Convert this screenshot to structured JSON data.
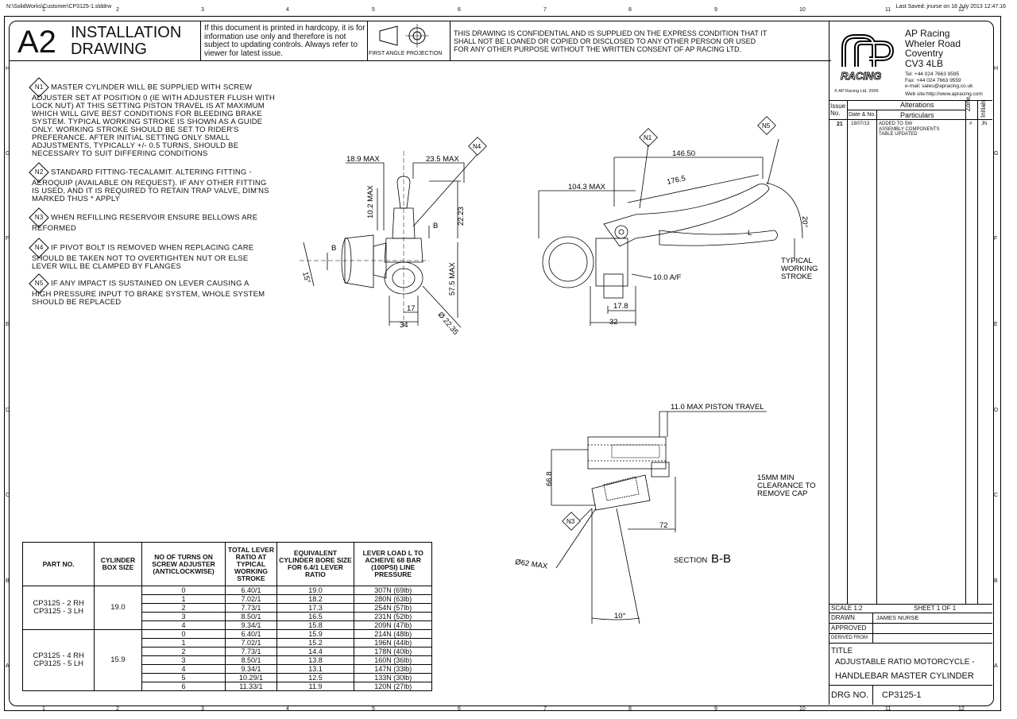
{
  "file_path": "N:\\SolidWorks\\Customer\\CP3125-1.slddrw",
  "last_saved": "Last Saved: jnurse on 18 July 2013 12:47:16",
  "grid_cols": [
    "1",
    "2",
    "3",
    "4",
    "5",
    "6",
    "7",
    "8",
    "9",
    "10",
    "11",
    "12"
  ],
  "grid_rows": [
    "H",
    "G",
    "F",
    "E",
    "D",
    "C",
    "B",
    "A"
  ],
  "title_block": {
    "size": "A2",
    "title_line1": "INSTALLATION",
    "title_line2": "DRAWING",
    "print_notice": "If this document is printed in hardcopy, it is for information use only and therefore is not subject to updating controls. Always refer to viewer for latest issue.",
    "projection": "FIRST ANGLE PROJECTION",
    "confidential": "THIS DRAWING IS CONFIDENTIAL AND IS SUPPLIED ON THE EXPRESS CONDITION THAT IT SHALL NOT BE LOANED OR COPIED OR DISCLOSED TO ANY OTHER PERSON OR USED FOR ANY OTHER PURPOSE WITHOUT THE WRITTEN CONSENT OF AP RACING LTD."
  },
  "company": {
    "name": "AP Racing",
    "addr1": "Wheler Road",
    "addr2": "Coventry",
    "addr3": "CV3 4LB",
    "tel": "Tel: +44 024 7663 9595",
    "fax": "Fax: +44 024 7663 9559",
    "email": "e-mail: sales@apracing.co.uk",
    "web": "Web site:http://www.apracing.com",
    "copyright": "© AP Racing Ltd. 2005",
    "logo_text": "RACING"
  },
  "revisions": {
    "h_issue": "Issue",
    "h_no": "No.",
    "h_alterations": "Alterations",
    "h_date": "Date & No.",
    "h_particulars": "Particulars",
    "h_zone": "Zone",
    "h_initials": "Initials",
    "row": {
      "issue": "21",
      "date": "18/07/13",
      "particulars": [
        "ADDED TO SW",
        "ASSEMBLY COMPONENTS",
        "TABLE UPDATED"
      ],
      "zone": "#",
      "initials": "JN"
    }
  },
  "notes": [
    {
      "n": "N1",
      "head": "MASTER CYLINDER WILL BE SUPPLIED WITH SCREW",
      "body": [
        "ADJUSTER SET AT POSITION 0 (IE WITH ADJUSTER FLUSH WITH",
        "LOCK NUT) AT THIS SETTING PISTON TRAVEL IS AT MAXIMUM",
        "WHICH WILL GIVE BEST CONDITIONS FOR BLEEDING BRAKE",
        "SYSTEM. TYPICAL WORKING STROKE IS SHOWN AS A GUIDE",
        "ONLY. WORKING STROKE SHOULD BE SET TO RIDER'S",
        "PREFERANCE. AFTER INITIAL SETTING ONLY SMALL",
        "ADJUSTMENTS, TYPICALLY +/- 0.5 TURNS, SHOULD BE",
        "NECESSARY TO SUIT DIFFERING CONDITIONS"
      ]
    },
    {
      "n": "N2",
      "head": "STANDARD FITTING-TECALAMIT. ALTERING FITTING -",
      "body": [
        "AEROQUIP (AVAILABLE ON REQUEST). IF ANY OTHER FITTING",
        "IS USED, AND IT IS REQUIRED TO RETAIN TRAP VALVE, DIM'NS",
        "MARKED THUS * APPLY"
      ]
    },
    {
      "n": "N3",
      "head": "WHEN REFILLING RESERVOIR ENSURE BELLOWS ARE",
      "body": [
        "REFORMED"
      ]
    },
    {
      "n": "N4",
      "head": "IF PIVOT BOLT IS REMOVED WHEN REPLACING CARE",
      "body": [
        "SHOULD BE TAKEN NOT TO OVERTIGHTEN NUT OR ELSE",
        "LEVER WILL BE CLAMPED BY FLANGES"
      ]
    },
    {
      "n": "N5",
      "head": "IF ANY IMPACT IS SUSTAINED ON LEVER CAUSING A",
      "body": [
        "HIGH PRESSURE INPUT TO BRAKE SYSTEM, WHOLE SYSTEM",
        "SHOULD BE REPLACED"
      ]
    }
  ],
  "dims": {
    "d189": "18.9 MAX",
    "d235": "23.5 MAX",
    "d102": "10.2 MAX",
    "d2223": "22.23",
    "d575": "57.5 MAX",
    "d15": "15°",
    "d17": "17",
    "d34": "34",
    "d2235": "Ø 22.35",
    "b": "B",
    "d14650": "146.50",
    "d1765": "176.5",
    "d1043": "104.3 MAX",
    "d20": "20°",
    "d100af": "10.0 A/F",
    "d178": "17.8",
    "d32": "32",
    "l": "L",
    "typical": [
      "TYPICAL",
      "WORKING",
      "STROKE"
    ],
    "d110": "11.0 MAX PISTON TRAVEL",
    "d668": "66.8",
    "d72": "72",
    "d62": "Ø62 MAX",
    "d10": "10°",
    "clearance": [
      "15MM MIN",
      "CLEARANCE TO",
      "REMOVE CAP"
    ],
    "section": "SECTION",
    "section_id": "B-B",
    "n1": "N1",
    "n3": "N3",
    "n4": "N4",
    "n5": "N5"
  },
  "parts_table": {
    "headers": [
      "PART NO.",
      "CYLINDER BOX SIZE",
      "NO OF TURNS ON SCREW ADJUSTER (ANTICLOCKWISE)",
      "TOTAL LEVER RATIO AT TYPICAL WORKING STROKE",
      "EQUIVALENT CYLINDER BORE SIZE FOR 6.4/1 LEVER RATIO",
      "LEVER LOAD L TO ACHEIVE 68 BAR (100PSI) LINE PRESSURE"
    ],
    "groups": [
      {
        "part": "CP3125 - 2 RH\nCP3125 - 3 LH",
        "bore": "19.0",
        "rows": [
          [
            "0",
            "6.40/1",
            "19.0",
            "307N (69lb)"
          ],
          [
            "1",
            "7.02/1",
            "18.2",
            "280N (63lb)"
          ],
          [
            "2",
            "7.73/1",
            "17.3",
            "254N (57lb)"
          ],
          [
            "3",
            "8.50/1",
            "16.5",
            "231N (52lb)"
          ],
          [
            "4",
            "9.34/1",
            "15.8",
            "209N (47lb)"
          ]
        ]
      },
      {
        "part": "CP3125 - 4 RH\nCP3125 - 5 LH",
        "bore": "15.9",
        "rows": [
          [
            "0",
            "6.40/1",
            "15.9",
            "214N (48lb)"
          ],
          [
            "1",
            "7.02/1",
            "15.2",
            "196N (44lb)"
          ],
          [
            "2",
            "7.73/1",
            "14.4",
            "178N (40lb)"
          ],
          [
            "3",
            "8.50/1",
            "13.8",
            "160N (36lb)"
          ],
          [
            "4",
            "9.34/1",
            "13.1",
            "147N (33lb)"
          ],
          [
            "5",
            "10.29/1",
            "12.5",
            "133N (30lb)"
          ],
          [
            "6",
            "11.33/1",
            "11.9",
            "120N (27lb)"
          ]
        ]
      }
    ]
  },
  "bottom_block": {
    "scale": "SCALE 1:2",
    "sheet": "SHEET 1 OF 1",
    "drawn": "DRAWN",
    "drawn_by": "JAMES NURSE",
    "approved": "APPROVED",
    "derived": "DERIVED FROM",
    "title_label": "TITLE",
    "title1": "ADJUSTABLE RATIO MOTORCYCLE -",
    "title2": "HANDLEBAR MASTER CYLINDER",
    "drg_label": "DRG NO.",
    "drg_no": "CP3125-1"
  }
}
